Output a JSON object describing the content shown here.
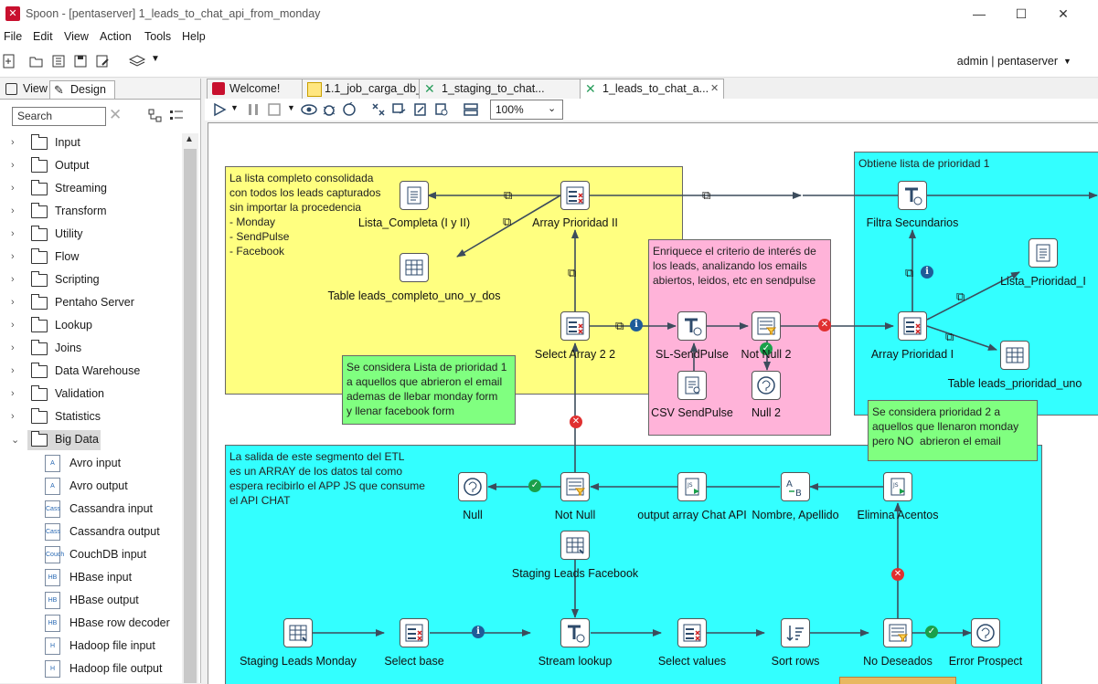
{
  "window": {
    "title": "Spoon - [pentaserver] 1_leads_to_chat_api_from_monday",
    "buttons": [
      "—",
      "☐",
      "✕"
    ]
  },
  "menu": [
    "File",
    "Edit",
    "View",
    "Action",
    "Tools",
    "Help"
  ],
  "toolbar": {
    "user": "admin  |  pentaserver"
  },
  "left_panel": {
    "tabs": [
      "View",
      "Design"
    ],
    "search_placeholder": "Search",
    "categories": [
      "Input",
      "Output",
      "Streaming",
      "Transform",
      "Utility",
      "Flow",
      "Scripting",
      "Pentaho Server",
      "Lookup",
      "Joins",
      "Data Warehouse",
      "Validation",
      "Statistics",
      "Big Data"
    ],
    "big_data_items": [
      "Avro input",
      "Avro output",
      "Cassandra input",
      "Cassandra output",
      "CouchDB input",
      "HBase input",
      "HBase output",
      "HBase row decoder",
      "Hadoop file input",
      "Hadoop file output"
    ]
  },
  "doc_tabs": [
    "Welcome!",
    "1.1_job_carga_db_...",
    "1_staging_to_chat...",
    "1_leads_to_chat_a..."
  ],
  "zoom": "100%",
  "notes": {
    "yellow": "La lista completo consolidada\ncon todos los leads capturados\nsin importar la procedencia\n- Monday\n- SendPulse\n- Facebook",
    "pink": "Enriquece el criterio de interés de\nlos leads, analizando los emails\nabiertos, leidos, etc en sendpulse",
    "cyan_top": "Obtiene lista de prioridad 1",
    "green_left": "Se considera Lista de prioridad 1\na aquellos que abrieron el email\nademas de llebar monday form\ny llenar facebook form",
    "green_right": "Se considera prioridad 2 a\naquellos que llenaron monday\npero NO  abrieron el email",
    "cyan_bottom": "La salida de este segmento del ETL\nes un ARRAY de los datos tal como\nespera recibirlo el APP JS que consume\nel API CHAT"
  },
  "steps": {
    "lista_completa": "Lista_Completa (I y II)",
    "array_prioridad_ii": "Array Prioridad II",
    "table_leads_completo": "Table leads_completo_uno_y_dos",
    "select_array": "Select Array 2 2",
    "sl_sendpulse": "SL-SendPulse",
    "not_null_2": "Not Null 2",
    "csv_sendpulse": "CSV SendPulse",
    "null_2": "Null 2",
    "filtra_secundarios": "Filtra Secundarios",
    "lista_prioridad": "Lista_Prioridad_I",
    "array_prioridad_i": "Array Prioridad I",
    "table_leads_prioridad": "Table leads_prioridad_uno",
    "null": "Null",
    "not_null": "Not Null",
    "output_array": "output array Chat API",
    "nombre_apellido": "Nombre, Apellido",
    "elimina_acentos": "Elimina Acentos",
    "staging_facebook": "Staging Leads Facebook",
    "staging_monday": "Staging Leads Monday",
    "select_base": "Select base",
    "stream_lookup": "Stream lookup",
    "select_values": "Select values",
    "sort_rows": "Sort rows",
    "no_deseados": "No Deseados",
    "error_prospect": "Error Prospect"
  }
}
